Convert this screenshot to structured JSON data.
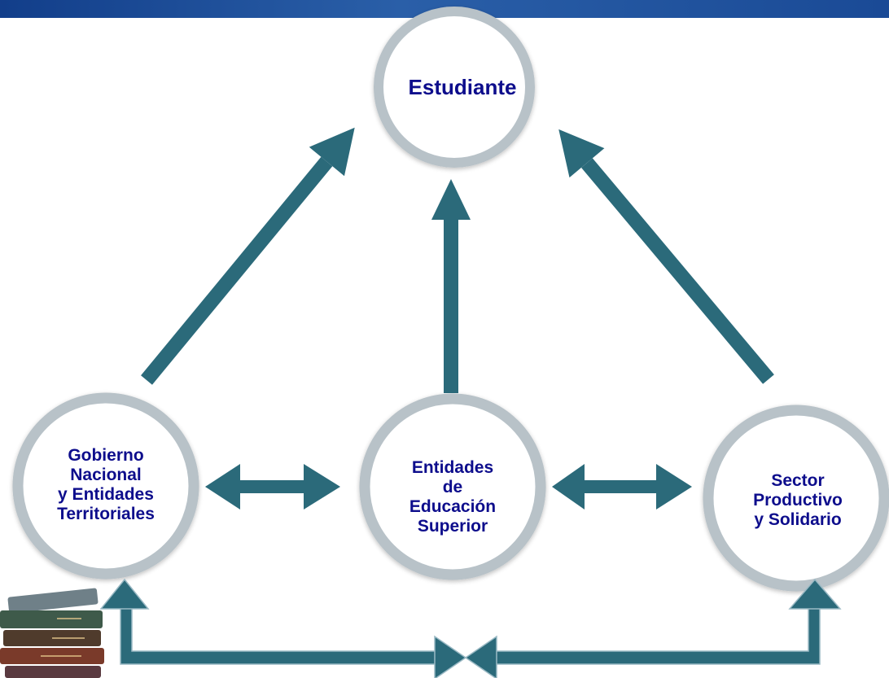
{
  "nodes": {
    "estudiante": {
      "label": "Estudiante"
    },
    "gobierno": {
      "label": "Gobierno\nNacional\ny Entidades\nTerritoriales"
    },
    "entidades": {
      "label": "Entidades\nde\nEducación\nSuperior"
    },
    "sector": {
      "label": "Sector\nProductivo\ny Solidario"
    }
  },
  "colors": {
    "arrow": "#2b6a7a",
    "circle_ring": "#b8c2c8",
    "label_text": "#0d0d8c",
    "top_band": "#1d4f9a"
  }
}
